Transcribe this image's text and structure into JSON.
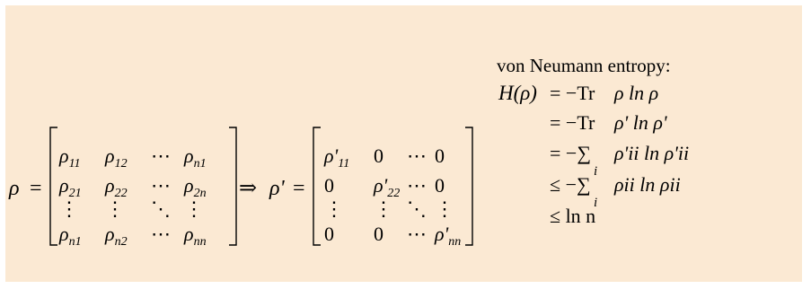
{
  "background_color": "#fbe9d3",
  "text_color": "#000000",
  "title": "von Neumann entropy:",
  "rho": "ρ",
  "equals": "=",
  "implies": "⇒",
  "rho_prime": "ρ'",
  "matrix_left": [
    [
      "ρ",
      "11"
    ],
    [
      "ρ",
      "12"
    ],
    [
      "⋯",
      ""
    ],
    [
      "ρ",
      "n1"
    ],
    [
      "ρ",
      "21"
    ],
    [
      "ρ",
      "22"
    ],
    [
      "⋯",
      ""
    ],
    [
      "ρ",
      "2n"
    ],
    [
      "⋮",
      ""
    ],
    [
      "⋮",
      ""
    ],
    [
      "⋱",
      ""
    ],
    [
      "⋮",
      ""
    ],
    [
      "ρ",
      "n1"
    ],
    [
      "ρ",
      "n2"
    ],
    [
      "⋯",
      ""
    ],
    [
      "ρ",
      "nn"
    ]
  ],
  "matrix_right": [
    [
      "ρ'",
      "11"
    ],
    [
      "0",
      ""
    ],
    [
      "⋯",
      ""
    ],
    [
      "0",
      ""
    ],
    [
      "0",
      ""
    ],
    [
      "ρ'",
      "22"
    ],
    [
      "⋯",
      ""
    ],
    [
      "0",
      ""
    ],
    [
      "⋮",
      ""
    ],
    [
      "⋮",
      ""
    ],
    [
      "⋱",
      ""
    ],
    [
      "⋮",
      ""
    ],
    [
      "0",
      ""
    ],
    [
      "0",
      ""
    ],
    [
      "⋯",
      ""
    ],
    [
      "ρ'",
      "nn"
    ]
  ],
  "entropy": {
    "lhs": "H(ρ)",
    "lines": [
      {
        "rel": "= −Tr",
        "expr": "ρ ln ρ"
      },
      {
        "rel": "= −Tr",
        "expr": "ρ' ln ρ'"
      },
      {
        "rel": "= −∑",
        "sub": "i",
        "expr": "ρ'ii ln ρ'ii"
      },
      {
        "rel": "≤ −∑",
        "sub": "i",
        "expr": "ρii ln ρii"
      },
      {
        "rel": "≤ ln n",
        "expr": ""
      }
    ]
  }
}
